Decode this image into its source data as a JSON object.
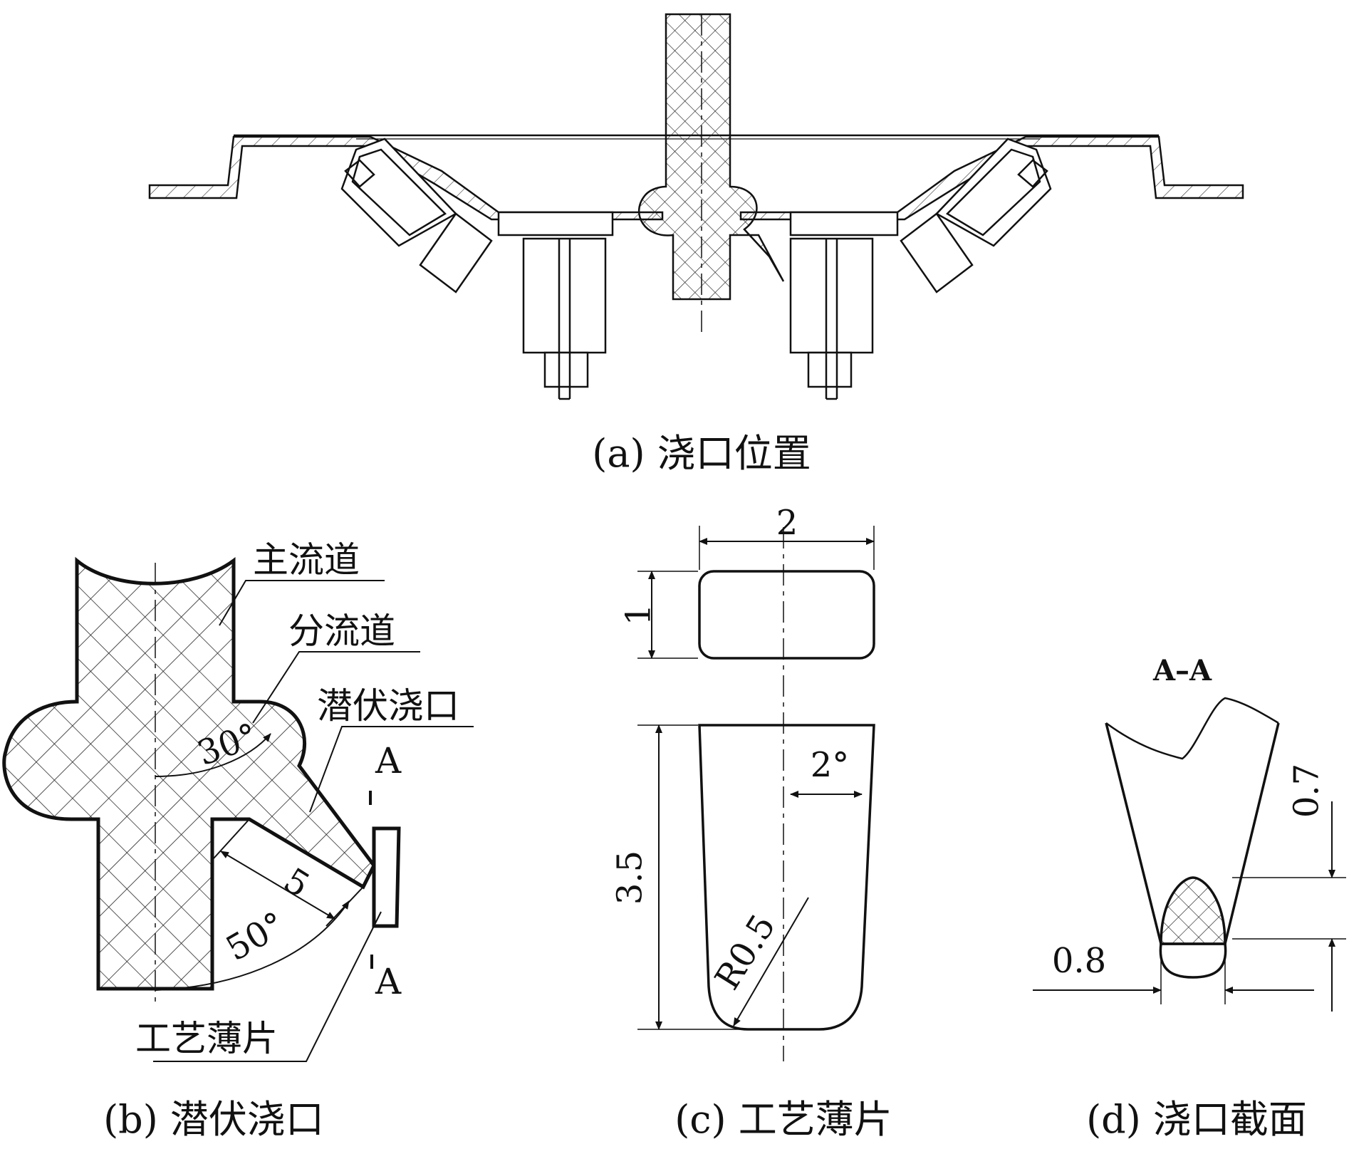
{
  "captions": {
    "a": "(a) 浇口位置",
    "b": "(b) 潜伏浇口",
    "c": "(c) 工艺薄片",
    "d": "(d) 浇口截面"
  },
  "labels_b": {
    "main_runner": "主流道",
    "branch_runner": "分流道",
    "submarine_gate": "潜伏浇口",
    "process_sheet": "工艺薄片",
    "angle_30": "30°",
    "angle_50": "50°",
    "length_5": "5",
    "section_mark_top": "A",
    "section_mark_bottom": "A"
  },
  "dims_c": {
    "width": "2",
    "height_top": "1",
    "height_bottom": "3.5",
    "taper": "2°",
    "radius": "R0.5"
  },
  "dims_d": {
    "section_title": "A–A",
    "depth": "0.7",
    "width": "0.8"
  },
  "colors": {
    "line": "#111111",
    "hatch": "#222222",
    "background": "#ffffff"
  }
}
